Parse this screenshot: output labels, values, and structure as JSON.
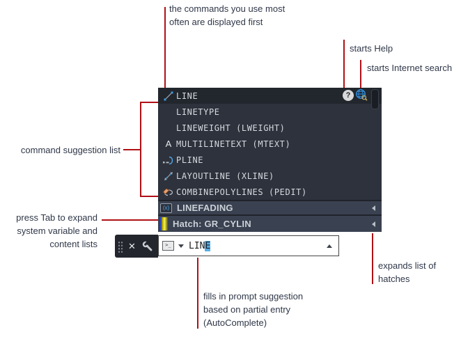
{
  "annotations": {
    "top_commands": {
      "line1": "the commands you use most",
      "line2": "often are displayed first"
    },
    "starts_help": "starts Help",
    "starts_internet_search": "starts Internet search",
    "command_suggestion_list": "command suggestion list",
    "press_tab": {
      "line1": "press Tab to expand",
      "line2": "system variable and",
      "line3": "content lists"
    },
    "expands_hatches": {
      "line1": "expands list of",
      "line2": "hatches"
    },
    "autocomplete": {
      "line1": "fills in prompt suggestion",
      "line2": "based on partial entry",
      "line3": "(AutoComplete)"
    }
  },
  "panel": {
    "help_glyph": "?",
    "mtext_glyph": "A",
    "commands": [
      {
        "label": "LINE"
      },
      {
        "label": "LINETYPE"
      },
      {
        "label": "LINEWEIGHT (LWEIGHT)"
      },
      {
        "label": "MULTILINETEXT (MTEXT)"
      },
      {
        "label": "PLINE"
      },
      {
        "label": "LAYOUTLINE (XLINE)"
      },
      {
        "label": "COMBINEPOLYLINES (PEDIT)"
      }
    ],
    "sysvar": {
      "label": "LINEFADING",
      "badge": "(x)"
    },
    "hatch": {
      "label": "Hatch: GR_CYLIN"
    }
  },
  "command_bar": {
    "close_glyph": "✕",
    "prompt_glyph": ">_",
    "typed": "LIN",
    "completion": "E"
  },
  "colors": {
    "annotation_red": "#b01015",
    "annotation_text": "#2f3748",
    "panel_bg": "#2d323c",
    "selected_row_bg": "#22262d",
    "section_row_bg": "#3a4150",
    "accent_blue": "#3d9be0",
    "completion_highlight": "#59ade2"
  }
}
